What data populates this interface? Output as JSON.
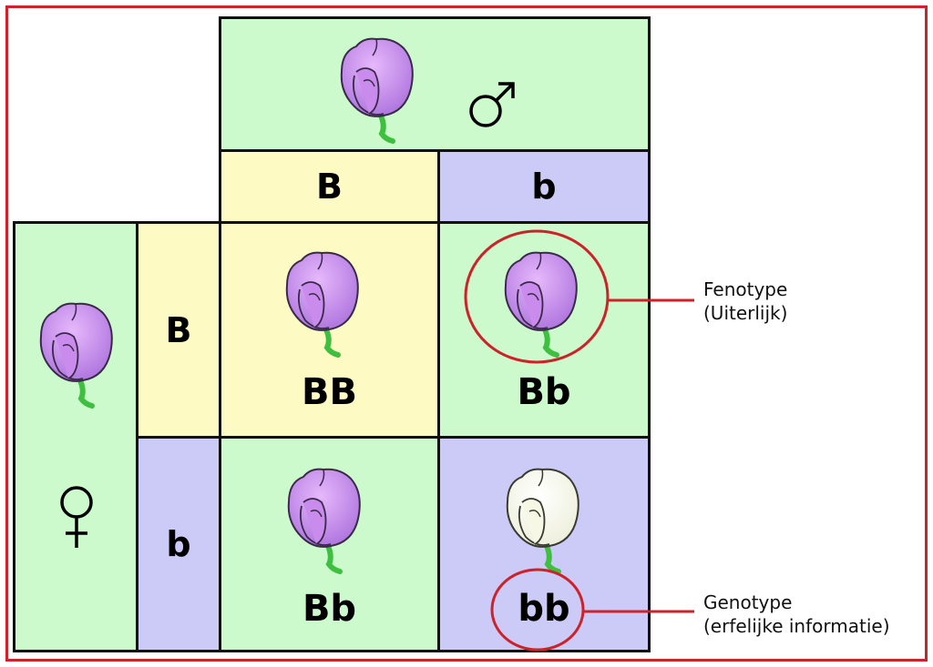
{
  "colors": {
    "green": "#ccfacc",
    "yellow": "#fdfac4",
    "blue": "#cccbf8",
    "frame": "#cc2229",
    "flower_purple": "#c98bec",
    "flower_white": "#fbfbf0",
    "stem": "#3fbf3f"
  },
  "male": {
    "allele_1": "B",
    "allele_2": "b",
    "symbol": "male-symbol-icon"
  },
  "female": {
    "allele_1": "B",
    "allele_2": "b",
    "symbol": "female-symbol-icon"
  },
  "offspring": {
    "cell_BB": "BB",
    "cell_Bb_top": "Bb",
    "cell_Bb_bottom": "Bb",
    "cell_bb": "bb"
  },
  "annotations": {
    "phenotype_line1": "Fenotype",
    "phenotype_line2": "(Uiterlijk)",
    "genotype_line1": "Genotype",
    "genotype_line2": "(erfelijke informatie)"
  }
}
